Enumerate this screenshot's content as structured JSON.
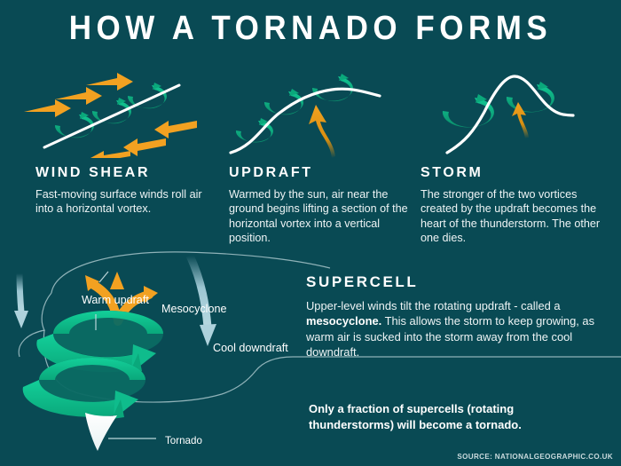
{
  "title": "HOW A TORNADO FORMS",
  "background_color": "#094a54",
  "palette": {
    "teal_light": "#0ec08d",
    "teal_mid": "#0aa87b",
    "teal_dark": "#0b6a63",
    "orange": "#f2a121",
    "orange_dark": "#d98f10",
    "downdraft_blue": "#a9cfd9",
    "white": "#ffffff",
    "body_text": "#eef4f5"
  },
  "steps": [
    {
      "id": "wind-shear",
      "heading": "WIND SHEAR",
      "body": "Fast-moving surface winds roll air into a horizontal vortex.",
      "icon": "horizontal-vortex-with-wind-arrows"
    },
    {
      "id": "updraft",
      "heading": "UPDRAFT",
      "body": "Warmed by the sun, air near the ground begins lifting a section of the horizontal vortex into a vertical position.",
      "icon": "vortex-lifted-by-updraft-arrow"
    },
    {
      "id": "storm",
      "heading": "STORM",
      "body": "The stronger of the two vortices created by the updraft becomes the heart of the thunderstorm. The other one dies.",
      "icon": "two-vortices-arch"
    }
  ],
  "supercell": {
    "heading": "SUPERCELL",
    "body_part_1": "Upper-level winds tilt the rotating updraft - called a ",
    "body_bold": "mesocyclone.",
    "body_part_2": " This allows the storm to keep growing, as warm air is sucked into the storm away from the cool downdraft.",
    "labels": {
      "warm_updraft": "Warm updraft",
      "mesocyclone": "Mesocyclone",
      "cool_downdraft": "Cool downdraft",
      "tornado": "Tornado"
    }
  },
  "bottom_callout": "Only a fraction of supercells (rotating thunderstorms) will become a tornado.",
  "source": "SOURCE: NATIONALGEOGRAPHIC.CO.UK"
}
